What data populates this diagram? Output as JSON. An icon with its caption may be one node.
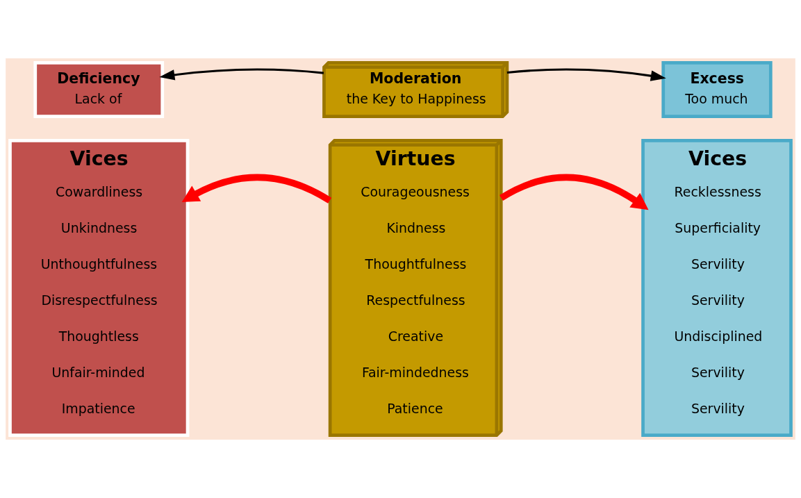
{
  "diagram": {
    "nodes": [
      {
        "text": [
          "Deficiency",
          "Lack of"
        ]
      },
      {
        "text": [
          "Moderation",
          "the Key to Happiness"
        ]
      },
      {
        "text": [
          "Excess",
          "Too much"
        ]
      },
      {
        "text": [
          "Vices",
          "Cowardliness",
          "Unkindness",
          "Unthoughtfulness",
          "Disrespectfulness",
          "Thoughtless",
          "Unfair-minded",
          "Impatience"
        ]
      },
      {
        "text": [
          "Virtues",
          "Courageousness",
          "Kindness",
          "Thoughtfulness",
          "Respectfulness",
          "Creative",
          "Fair-mindedness",
          "Patience"
        ]
      },
      {
        "text": [
          "Vices",
          "Recklessness",
          "Superficiality",
          "Servility",
          "Servility",
          "Undisciplined",
          "Servility",
          "Servility"
        ]
      }
    ],
    "edges": [
      {
        "from": 1,
        "to": 0,
        "arrow": "to"
      },
      {
        "from": 1,
        "to": 2,
        "arrow": "to"
      },
      {
        "from": 4,
        "to": 3,
        "arrow": "to",
        "style": "thick",
        "color": "#ff0000"
      },
      {
        "from": 4,
        "to": 5,
        "arrow": "to",
        "style": "thick",
        "color": "#ff0000"
      }
    ]
  }
}
